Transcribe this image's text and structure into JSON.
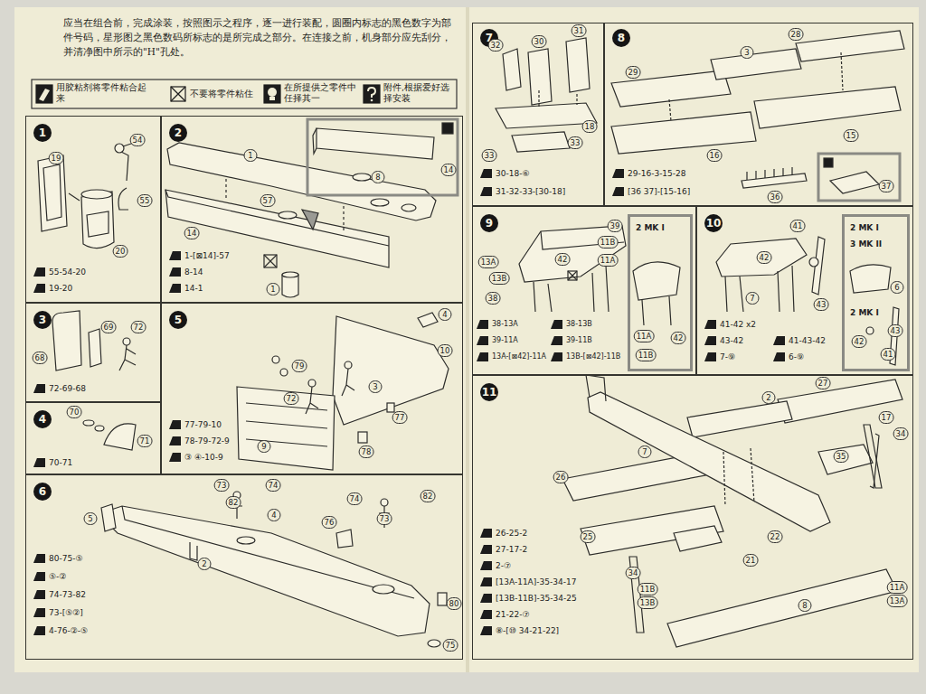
{
  "diagram": {
    "nodes": [
      {
        "text": [
          "1",
          "55-54-20",
          "19-20"
        ]
      },
      {
        "text": [
          "2",
          "1-[⊠14]-57",
          "8-14",
          "14-1"
        ]
      },
      {
        "text": [
          "3",
          "72-69-68"
        ]
      },
      {
        "text": [
          "4",
          "70-71"
        ]
      },
      {
        "text": [
          "5",
          "77-79-10",
          "78-79-72-9",
          "③ ④-10-9"
        ]
      },
      {
        "text": [
          "6",
          "80-75-⑤",
          "⑤-②",
          "74-73-82",
          "73-[⑤②]",
          "4-76-②-⑤"
        ]
      },
      {
        "text": [
          "7",
          "30-18-⑥",
          "31-32-33-[30-18]"
        ]
      },
      {
        "text": [
          "8",
          "29-16-3-15-28",
          "[36 37]-[15-16]"
        ]
      },
      {
        "text": [
          "9",
          "38-13A",
          "39-11A",
          "13A-[⊠42]-11A",
          "38-13B",
          "39-11B",
          "13B-[⊠42]-11B"
        ]
      },
      {
        "text": [
          "2 MK I"
        ],
        "in": 8
      },
      {
        "text": [
          "10",
          "41-42 x2",
          "43-42",
          "7-⑨",
          "41-43-42",
          "6-⑨"
        ]
      },
      {
        "text": [
          "2 MK I",
          "3 MK II",
          "2 MK I"
        ],
        "in": 10
      },
      {
        "text": [
          "11",
          "26-25-2",
          "27-17-2",
          "2-⑦",
          "[13A-11A]-35-34-17",
          "[13B-11B]-35-34-25",
          "21-22-⑦",
          "⑧-[⑩ 34-21-22]"
        ]
      }
    ],
    "labels": [
      "应当在组合前，完成涂装，按照图示之程序，逐一进行装配，圆圈内标志的黑色数字为部件号码，星形图之黑色数码所标志的是所完成之部分。在连接之前，机身部分应先刮分，并清净图中所示的\"H\"孔处。",
      "54",
      "19",
      "55",
      "20",
      "1",
      "57",
      "14",
      "8",
      "14",
      "1",
      "69",
      "72",
      "68",
      "70",
      "71",
      "4",
      "10",
      "79",
      "72",
      "3",
      "77",
      "9",
      "78",
      "73",
      "74",
      "82",
      "4",
      "5",
      "2",
      "76",
      "74",
      "73",
      "82",
      "80",
      "75",
      "32",
      "30",
      "31",
      "18",
      "33",
      "33",
      "29",
      "3",
      "28",
      "16",
      "15",
      "36",
      "37",
      "39",
      "11B",
      "11A",
      "13A",
      "42",
      "13B",
      "38",
      "11A",
      "42",
      "11B",
      "42",
      "41",
      "7",
      "43",
      "6",
      "43",
      "41",
      "42",
      "2",
      "27",
      "17",
      "34",
      "35",
      "7",
      "26",
      "25",
      "22",
      "21",
      "34",
      "11B",
      "13B",
      "11A",
      "13A",
      "8"
    ],
    "legend": [
      {
        "text": "用胶粘剂将零件粘合起来"
      },
      {
        "text": "不要将零件粘住"
      },
      {
        "text": "在所提供之零件中任择其一"
      },
      {
        "text": "附件,根据爱好选择安装"
      }
    ]
  }
}
